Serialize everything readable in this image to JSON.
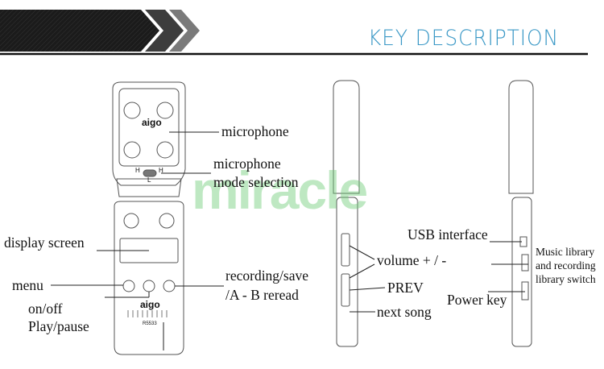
{
  "header": {
    "title": "KEY DESCRIPTION"
  },
  "watermark": "miracle",
  "device": {
    "brand": "aigo",
    "model": "R5533",
    "switch_labels": [
      "H",
      "L",
      "H"
    ]
  },
  "labels": {
    "microphone": "microphone",
    "mode_selection": [
      "microphone",
      "mode selection"
    ],
    "display_screen": "display screen",
    "menu": "menu",
    "on_off": [
      "on/off",
      "Play/pause"
    ],
    "recording": [
      "recording/save",
      "/A - B reread"
    ],
    "usb": "USB interface",
    "volume": "volume + / -",
    "prev": "PREV",
    "next": "next song",
    "power": "Power key",
    "library_switch": [
      "Music library",
      "and recording",
      "library switch"
    ]
  },
  "colors": {
    "title": "#3a98c6",
    "banner": "#1e1e1e",
    "watermark": "#6ecd78"
  }
}
